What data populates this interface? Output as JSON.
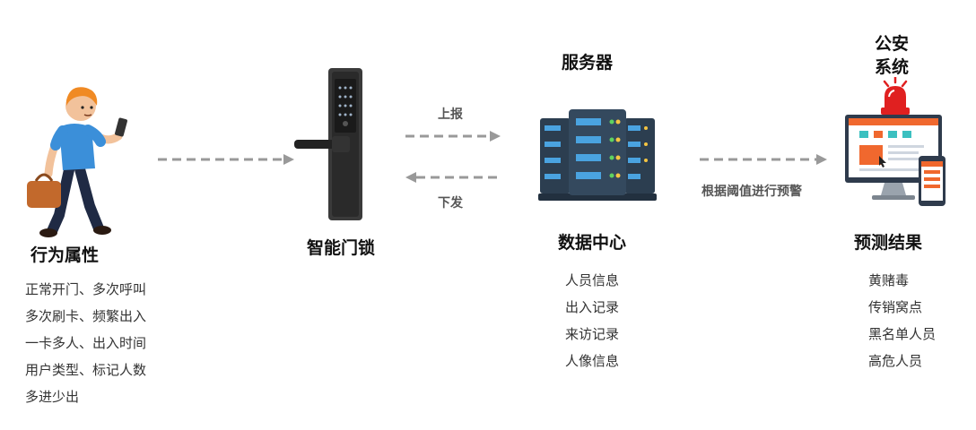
{
  "nodes": {
    "behavior": {
      "title": "行为属性",
      "items": [
        "正常开门、多次呼叫",
        "多次刷卡、频繁出入",
        "一卡多人、出入时间",
        "用户类型、标记人数",
        "多进少出"
      ]
    },
    "smart_lock": {
      "title": "智能门锁"
    },
    "server": {
      "top_label": "服务器",
      "title": "数据中心",
      "items": [
        "人员信息",
        "出入记录",
        "来访记录",
        "人像信息"
      ]
    },
    "result": {
      "top_label": "公安\n系统",
      "title": "预测结果",
      "items": [
        "黄赌毒",
        "传销窝点",
        "黑名单人员",
        "高危人员"
      ]
    }
  },
  "edges": {
    "upload": "上报",
    "download": "下发",
    "alert": "根据阈值进行预警"
  },
  "colors": {
    "arrow": "#999999",
    "alarm_red": "#e02020",
    "server_dark": "#2c3e50",
    "accent_orange": "#f0682e",
    "shirt_blue": "#3b8fd9"
  }
}
